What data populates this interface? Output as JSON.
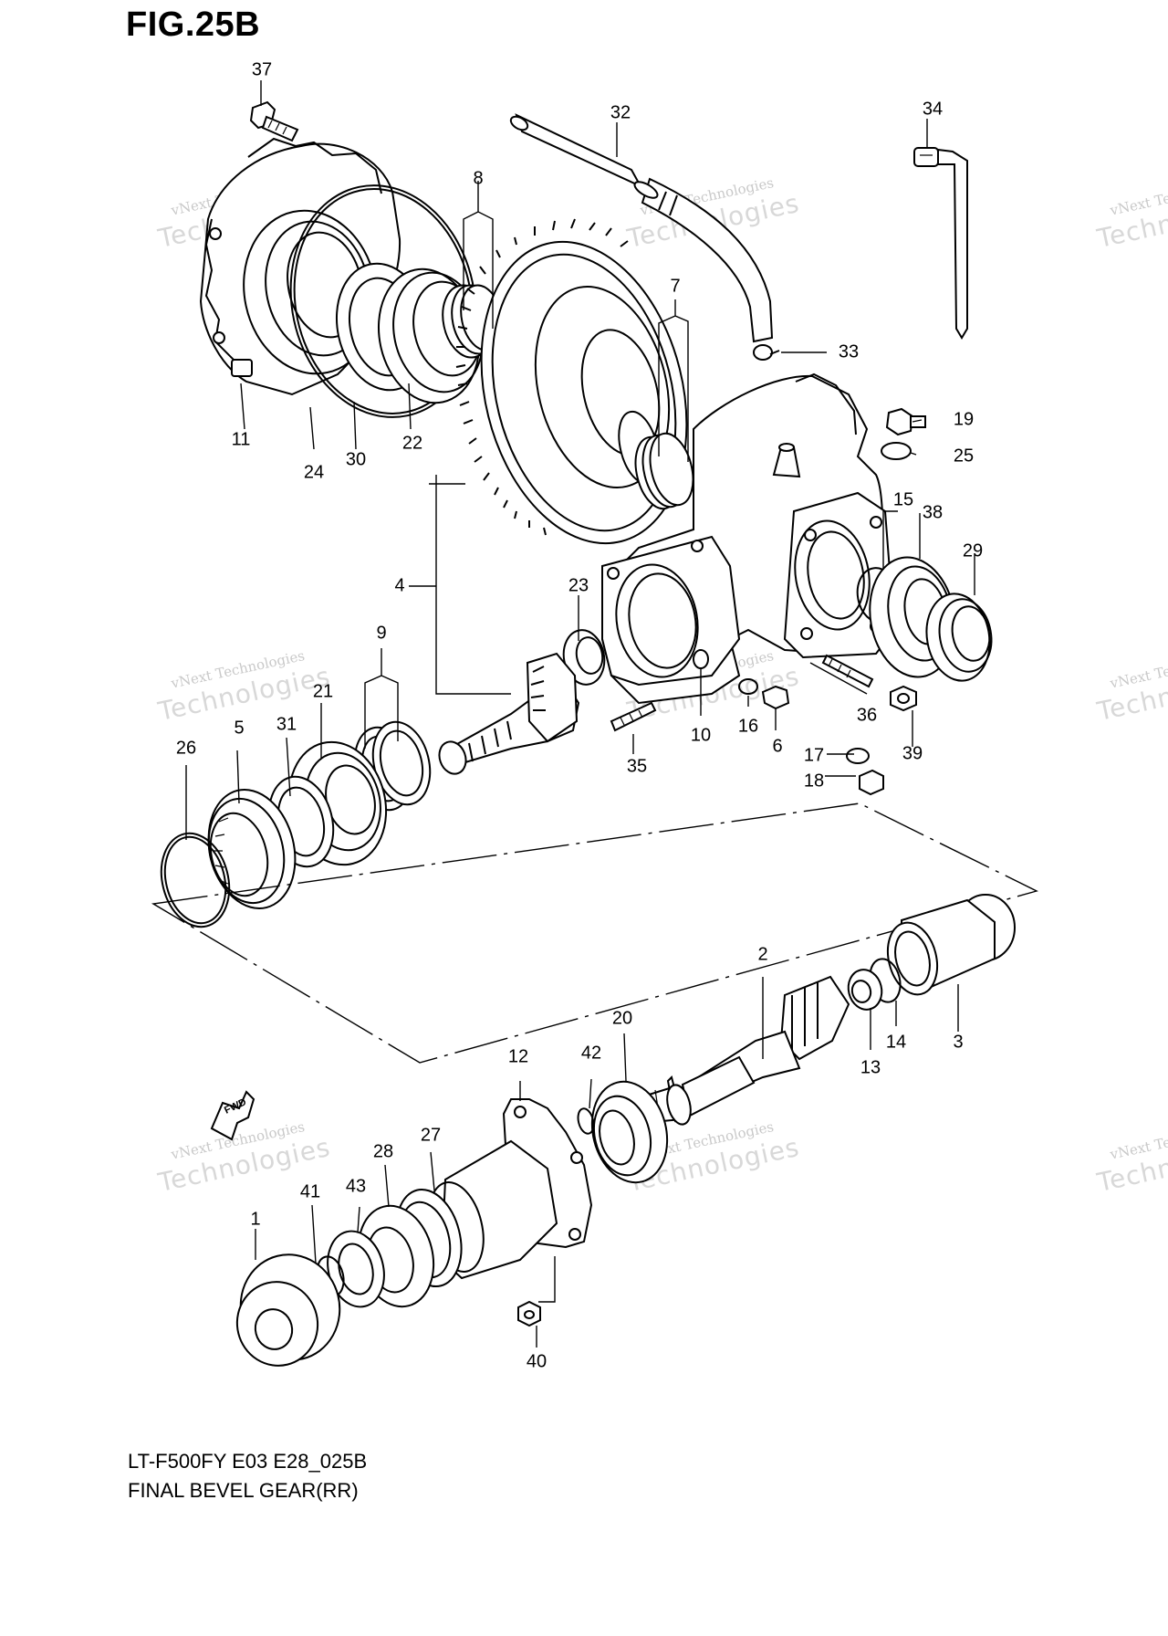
{
  "figure": {
    "title": "FIG.25B"
  },
  "caption": {
    "model": "LT-F500FY E03 E28_025B",
    "name": "FINAL BEVEL GEAR(RR)"
  },
  "fwd_label": "FWD",
  "watermark": {
    "line1": "vNext Technologies",
    "line2": "Technologies"
  },
  "callouts": {
    "c1": "1",
    "c2": "2",
    "c3": "3",
    "c4": "4",
    "c5": "5",
    "c6": "6",
    "c7": "7",
    "c8": "8",
    "c9": "9",
    "c10": "10",
    "c11": "11",
    "c12": "12",
    "c13": "13",
    "c14": "14",
    "c15": "15",
    "c16": "16",
    "c17": "17",
    "c18": "18",
    "c19": "19",
    "c20": "20",
    "c21": "21",
    "c22": "22",
    "c23": "23",
    "c24": "24",
    "c25": "25",
    "c26": "26",
    "c27": "27",
    "c28": "28",
    "c29": "29",
    "c30": "30",
    "c31": "31",
    "c32": "32",
    "c33": "33",
    "c34": "34",
    "c35": "35",
    "c36": "36",
    "c37": "37",
    "c38": "38",
    "c39": "39",
    "c40": "40",
    "c41": "41",
    "c42": "42",
    "c43": "43"
  }
}
